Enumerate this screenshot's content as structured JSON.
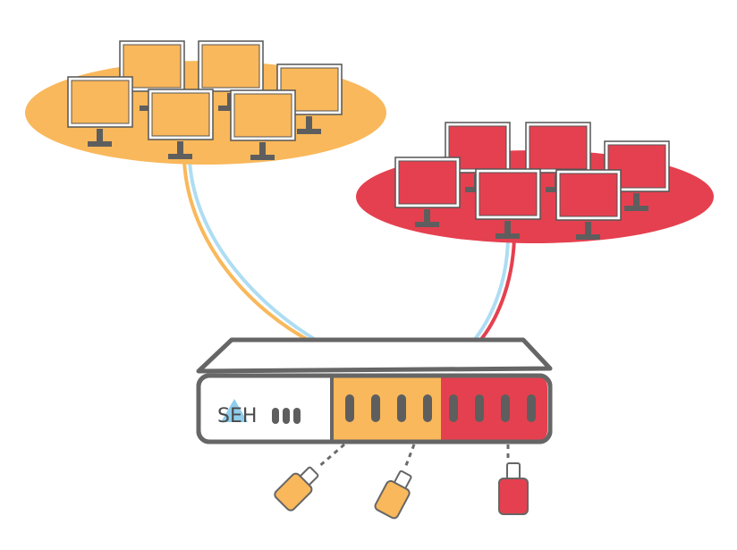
{
  "colors": {
    "orange": "#F9B85B",
    "red": "#E5404F",
    "light_blue": "#AEDDF3",
    "dark_gray": "#5E5E5E",
    "frame_gray": "#666666",
    "logo_triangle": "#8FCDEB"
  },
  "device": {
    "brand_label": "SEH",
    "status_led_count": 3,
    "orange_port_count": 4,
    "red_port_count": 4
  },
  "networks": [
    {
      "name_icon": "orange-network",
      "monitor_count": 6
    },
    {
      "name_icon": "red-network",
      "monitor_count": 6
    }
  ],
  "usb_dongles": [
    {
      "icon": "usb-dongle-icon",
      "color": "orange"
    },
    {
      "icon": "usb-dongle-icon",
      "color": "orange"
    },
    {
      "icon": "usb-dongle-icon",
      "color": "red"
    }
  ]
}
